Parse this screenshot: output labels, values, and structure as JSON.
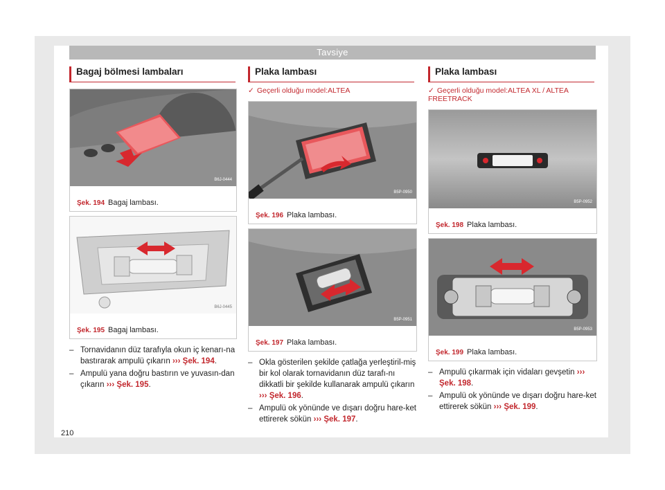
{
  "banner": "Tavsiye",
  "page_number": "210",
  "col1": {
    "heading": "Bagaj bölmesi lambaları",
    "fig1": {
      "num": "Şek. 194",
      "caption": "Bagaj lambası.",
      "code": "B6J-0444"
    },
    "fig2": {
      "num": "Şek. 195",
      "caption": "Bagaj lambası.",
      "code": "B6J-0445"
    },
    "steps": [
      {
        "dash": "–",
        "text": "Tornavidanın düz tarafıyla okun iç kenarı-na bastırarak ampulü çıkarın",
        "arrow": "›››",
        "ref": "Şek. 194",
        "end": "."
      },
      {
        "dash": "–",
        "text": "Ampulü yana doğru bastırın ve yuvasın-dan çıkarın",
        "arrow": "›››",
        "ref": "Şek. 195",
        "end": "."
      }
    ]
  },
  "col2": {
    "heading": "Plaka lambası",
    "check": "✓",
    "validity": "Geçerli olduğu model:ALTEA",
    "fig1": {
      "num": "Şek. 196",
      "caption": "Plaka lambası.",
      "code": "B5P-0950"
    },
    "fig2": {
      "num": "Şek. 197",
      "caption": "Plaka lambası.",
      "code": "B5P-0951"
    },
    "steps": [
      {
        "dash": "–",
        "text": "Okla gösterilen şekilde çatlağa yerleştiril-miş bir kol olarak tornavidanın düz tarafı-nı dikkatli bir şekilde kullanarak ampulü çıkarın",
        "arrow": "›››",
        "ref": "Şek. 196",
        "end": "."
      },
      {
        "dash": "–",
        "text": "Ampulü ok yönünde ve dışarı doğru hare-ket ettirerek sökün",
        "arrow": "›››",
        "ref": "Şek. 197",
        "end": "."
      }
    ]
  },
  "col3": {
    "heading": "Plaka lambası",
    "check": "✓",
    "validity": "Geçerli olduğu model:ALTEA XL / ALTEA FREETRACK",
    "fig1": {
      "num": "Şek. 198",
      "caption": "Plaka lambası.",
      "code": "B5P-0952"
    },
    "fig2": {
      "num": "Şek. 199",
      "caption": "Plaka lambası.",
      "code": "B5P-0953"
    },
    "steps": [
      {
        "dash": "–",
        "text": "Ampulü çıkarmak için vidaları gevşetin",
        "arrow": "›››",
        "ref": "Şek. 198",
        "end": "."
      },
      {
        "dash": "–",
        "text": "Ampulü ok yönünde ve dışarı doğru hare-ket ettirerek sökün",
        "arrow": "›››",
        "ref": "Şek. 199",
        "end": "."
      }
    ]
  },
  "colors": {
    "accent": "#c2272d",
    "banner": "#b8b8b8"
  }
}
